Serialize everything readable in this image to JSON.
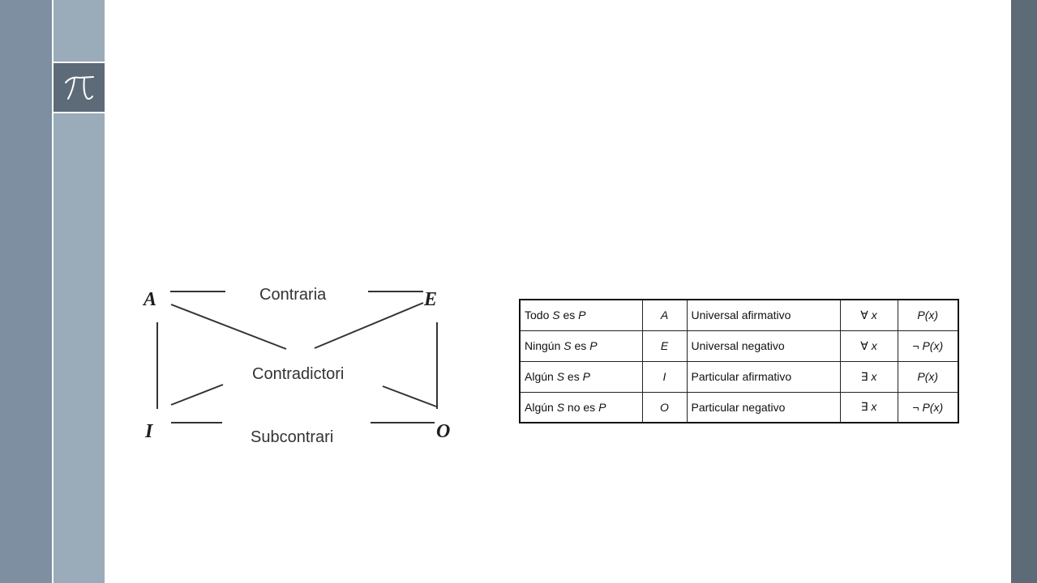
{
  "logo": {
    "symbol": "π",
    "icon": "pi-icon"
  },
  "square": {
    "corners": {
      "A": "A",
      "E": "E",
      "I": "I",
      "O": "O"
    },
    "relations": {
      "contrary": "Contraria",
      "contradictory": "Contradictori",
      "subcontrary": "Subcontrari"
    }
  },
  "table": {
    "rows": [
      {
        "pre": "Todo ",
        "s": "S",
        "mid": " es ",
        "p": "P",
        "letter": "A",
        "kind": "Universal afirmativo",
        "quant": "∀",
        "qvar": "x",
        "neg": "",
        "formula": "P(x)"
      },
      {
        "pre": "Ningún ",
        "s": "S",
        "mid": " es ",
        "p": "P",
        "letter": "E",
        "kind": "Universal negativo",
        "quant": "∀",
        "qvar": "x",
        "neg": "¬ ",
        "formula": "P(x)"
      },
      {
        "pre": "Algún ",
        "s": "S",
        "mid": " es ",
        "p": "P",
        "letter": "I",
        "kind": "Particular afirmativo",
        "quant": "∃",
        "qvar": "x",
        "neg": "",
        "formula": "P(x)"
      },
      {
        "pre": "Algún ",
        "s": "S",
        "mid": " no es ",
        "p": "P",
        "letter": "O",
        "kind": "Particular negativo",
        "quant": "∃",
        "qvar": "x",
        "neg": "¬ ",
        "formula": "P(x)"
      }
    ]
  }
}
